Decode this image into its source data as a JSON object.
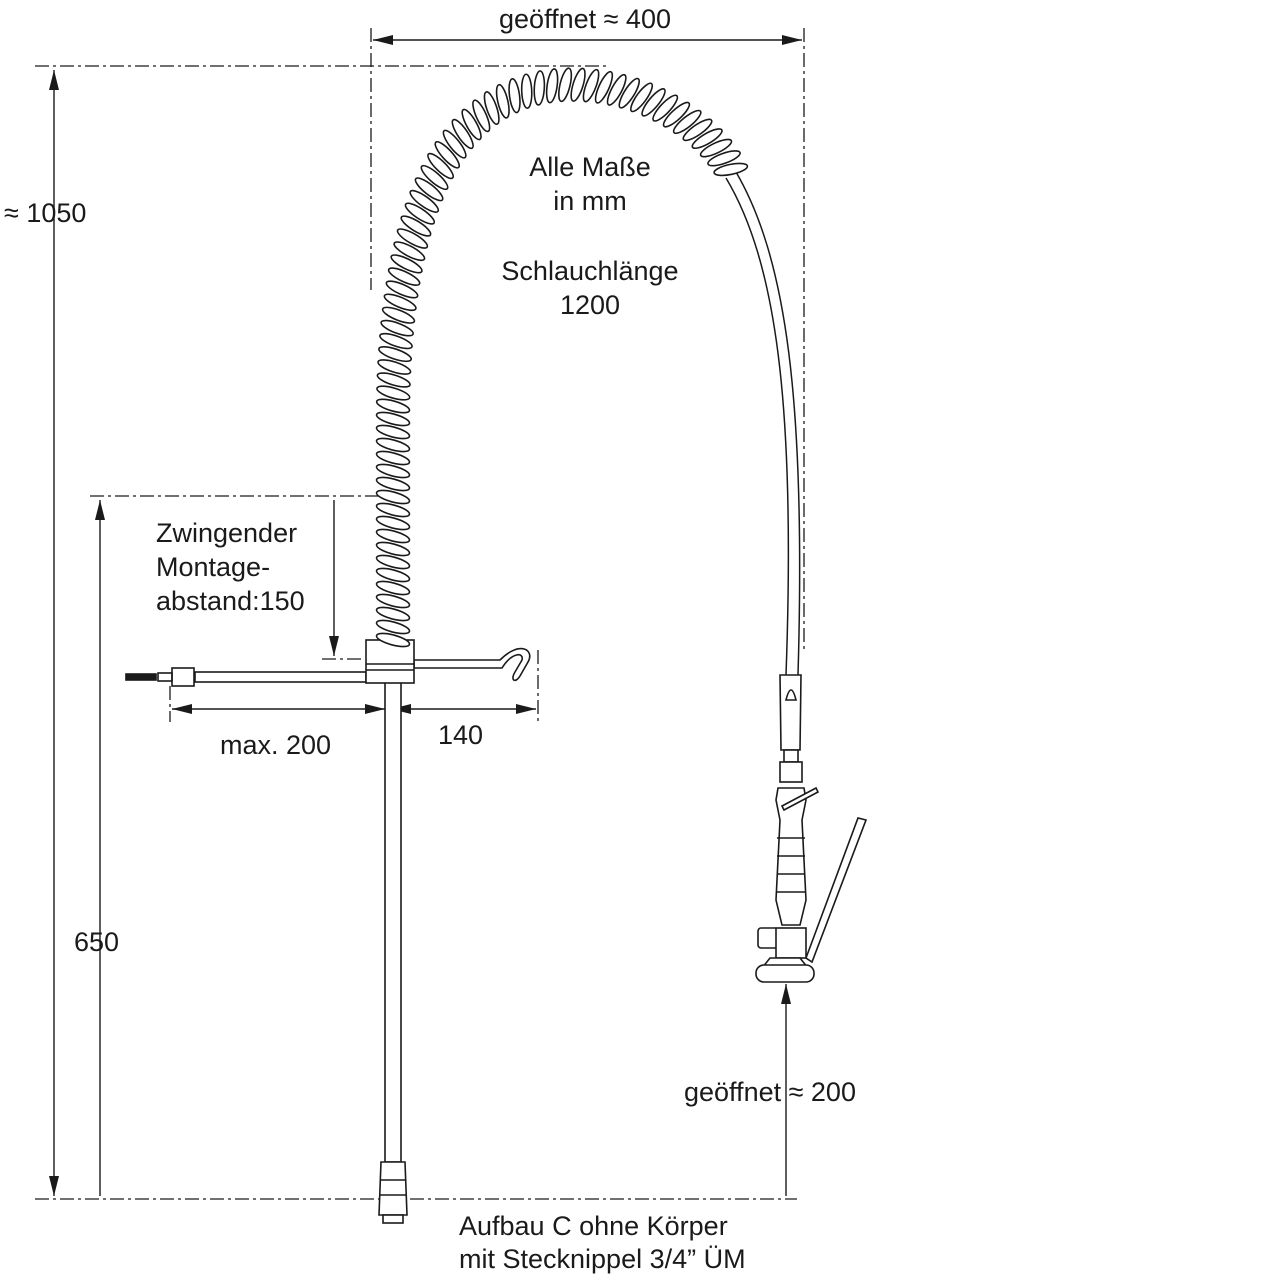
{
  "dimensions": {
    "opened_width": "geöffnet ≈ 400",
    "total_height": "≈ 1050",
    "mount_height": "650",
    "max_left": "max. 200",
    "right_arm": "140",
    "opened_height": "geöffnet ≈ 200"
  },
  "notes": {
    "units_line1": "Alle Maße",
    "units_line2": "in mm",
    "hose_line1": "Schlauchlänge",
    "hose_line2": "1200",
    "mount_line1": "Zwingender",
    "mount_line2": "Montage-",
    "mount_line3": "abstand:150",
    "footer_line1": "Aufbau C ohne Körper",
    "footer_line2": "mit Stecknippel 3/4” ÜM"
  },
  "colors": {
    "line": "#1a1a1a"
  }
}
